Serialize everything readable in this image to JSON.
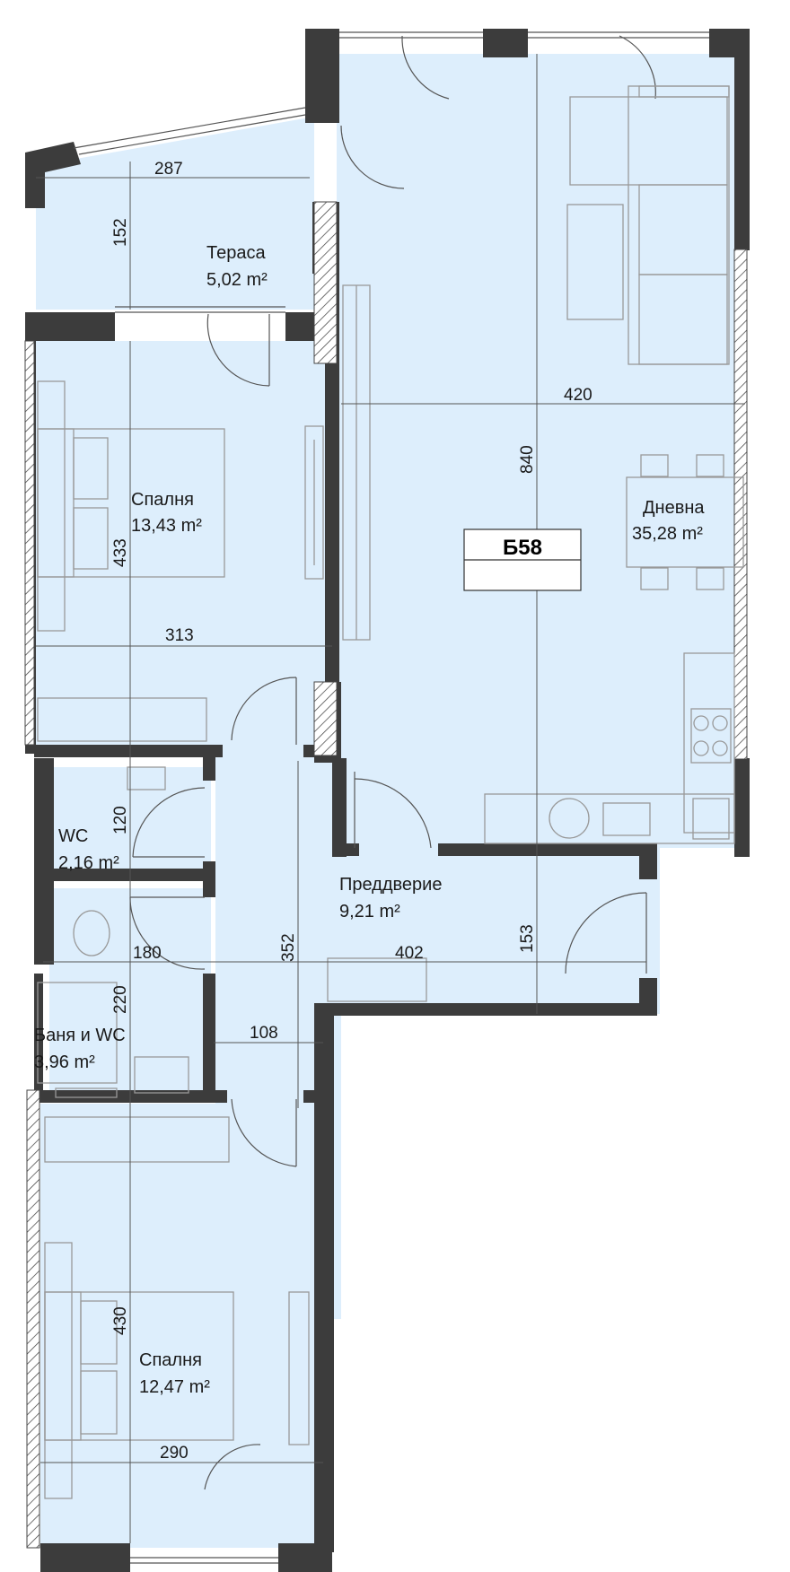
{
  "unit": {
    "code": "Б58"
  },
  "rooms": {
    "terrace": {
      "name": "Тераса",
      "area": "5,02 m²"
    },
    "bedroom1": {
      "name": "Спалня",
      "area": "13,43 m²"
    },
    "living": {
      "name": "Дневна",
      "area": "35,28 m²"
    },
    "hall": {
      "name": "Преддверие",
      "area": "9,21 m²"
    },
    "wc": {
      "name": "WC",
      "area": "2,16 m²"
    },
    "bath": {
      "name": "Баня и WC",
      "area": "3,96 m²"
    },
    "bedroom2": {
      "name": "Спалня",
      "area": "12,47 m²"
    }
  },
  "dimensions": {
    "terrace_w": "287",
    "terrace_h": "152",
    "living_w": "420",
    "living_h": "840",
    "bed1_h": "433",
    "bed1_w": "313",
    "wc_h": "120",
    "hall_h": "352",
    "hall_w": "402",
    "hall_h2": "153",
    "bath_w": "180",
    "bath_h": "220",
    "corridor_w": "108",
    "bed2_h": "430",
    "bed2_w": "290"
  },
  "colors": {
    "floor": "#ddeefc",
    "wall": "#3c3c3c",
    "line": "#555555"
  }
}
